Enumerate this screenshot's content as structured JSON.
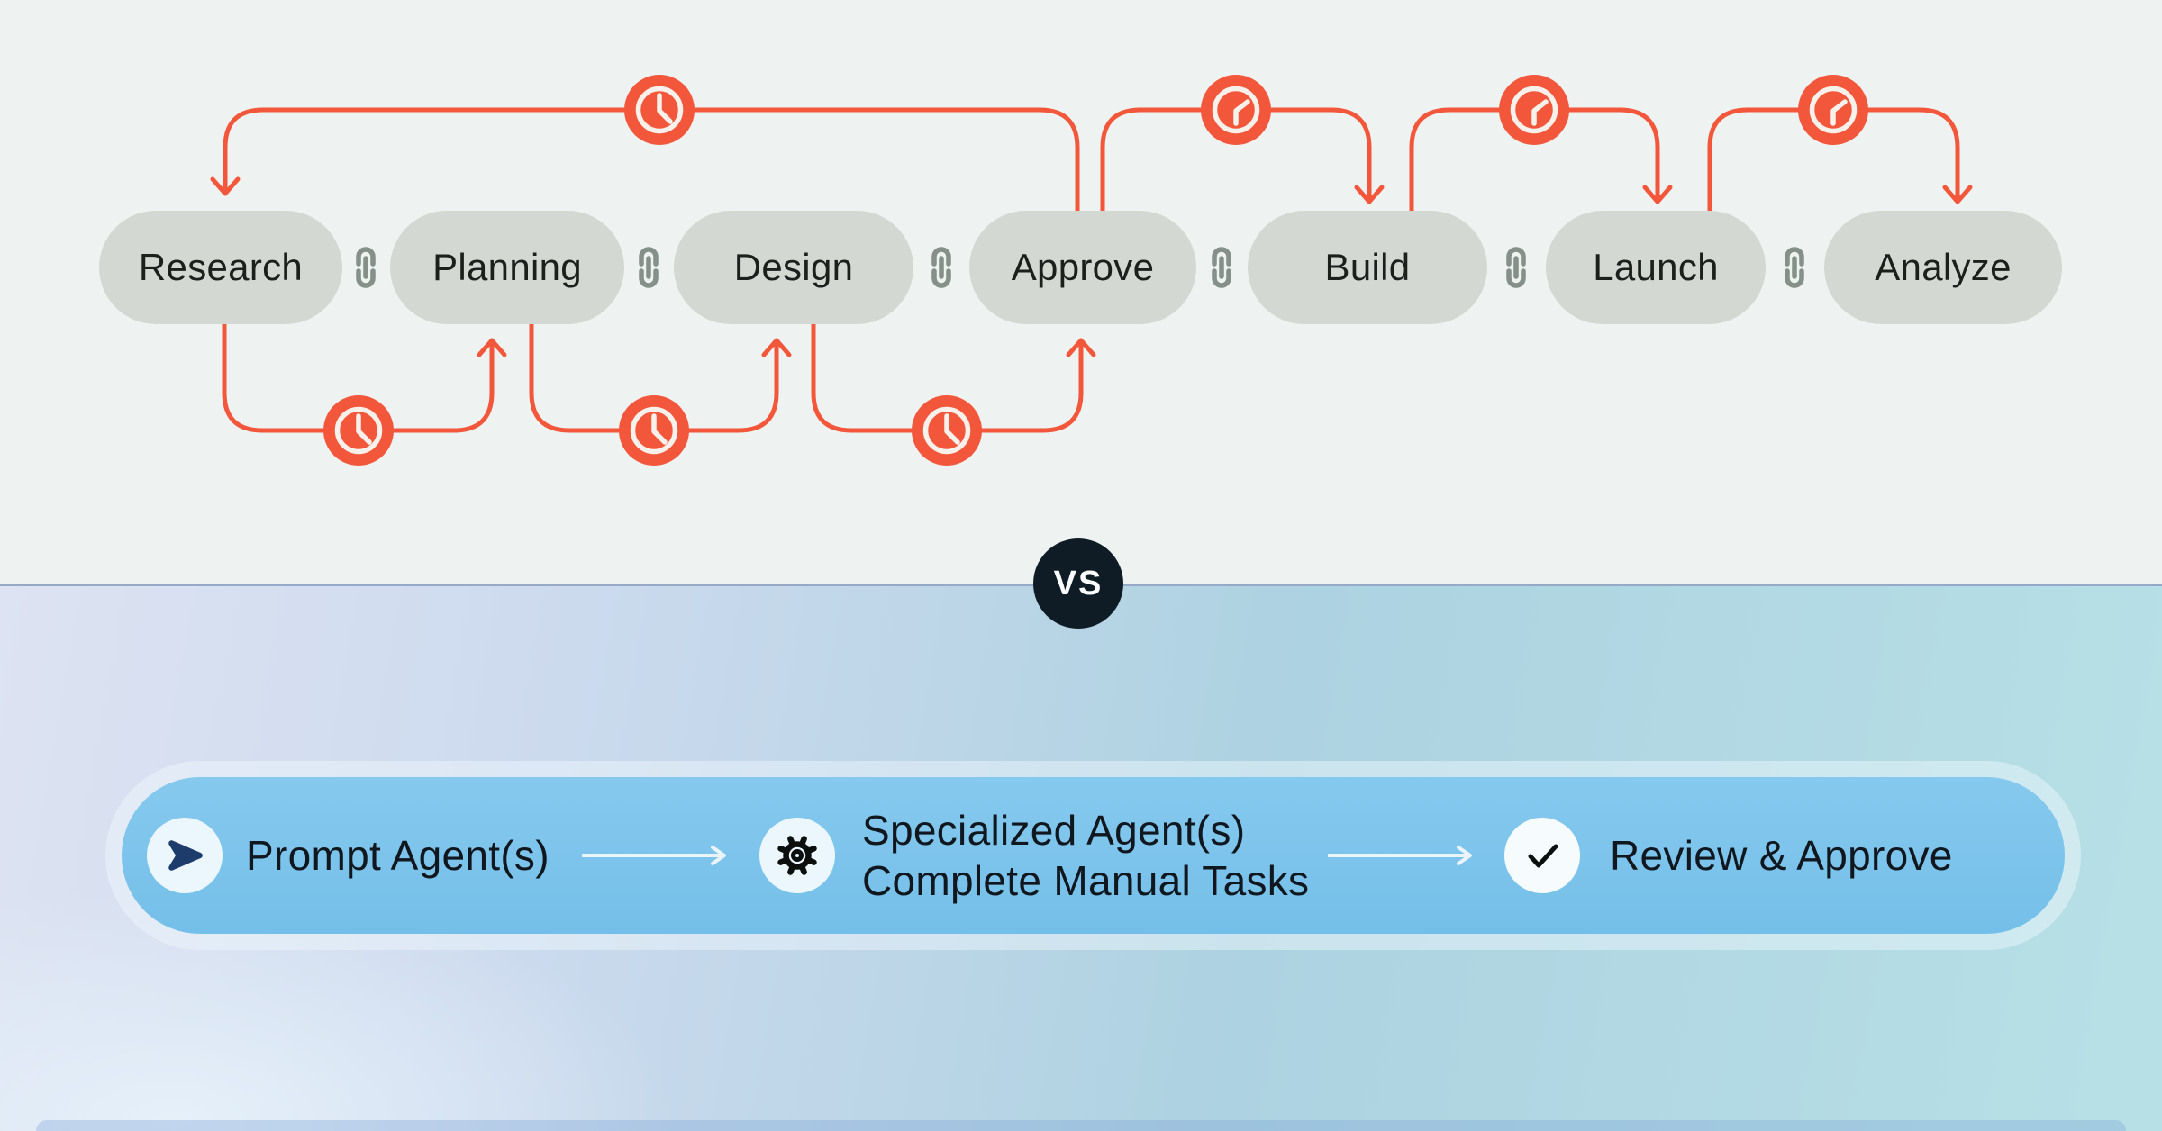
{
  "workflow": {
    "steps": [
      {
        "label": "Research"
      },
      {
        "label": "Planning"
      },
      {
        "label": "Design"
      },
      {
        "label": "Approve"
      },
      {
        "label": "Build"
      },
      {
        "label": "Launch"
      },
      {
        "label": "Analyze"
      }
    ],
    "connector_icon": "chain-link-icon",
    "loop_icon": "clock-icon",
    "colors": {
      "arc_orange": "#f2573b",
      "pill_gray": "#d4d8d3",
      "link_gray": "#849089"
    }
  },
  "comparison": {
    "vs_label": "VS"
  },
  "agent_flow": {
    "items": [
      {
        "icon": "send-icon",
        "label": "Prompt Agent(s)"
      },
      {
        "icon": "gear-icon",
        "label_line1": "Specialized Agent(s)",
        "label_line2": "Complete Manual Tasks"
      },
      {
        "icon": "check-icon",
        "label": "Review & Approve"
      }
    ],
    "colors": {
      "bar_blue": "#7dc5ec",
      "icon_navy": "#1d3c6c",
      "vs_navy": "#0f1c26"
    }
  }
}
